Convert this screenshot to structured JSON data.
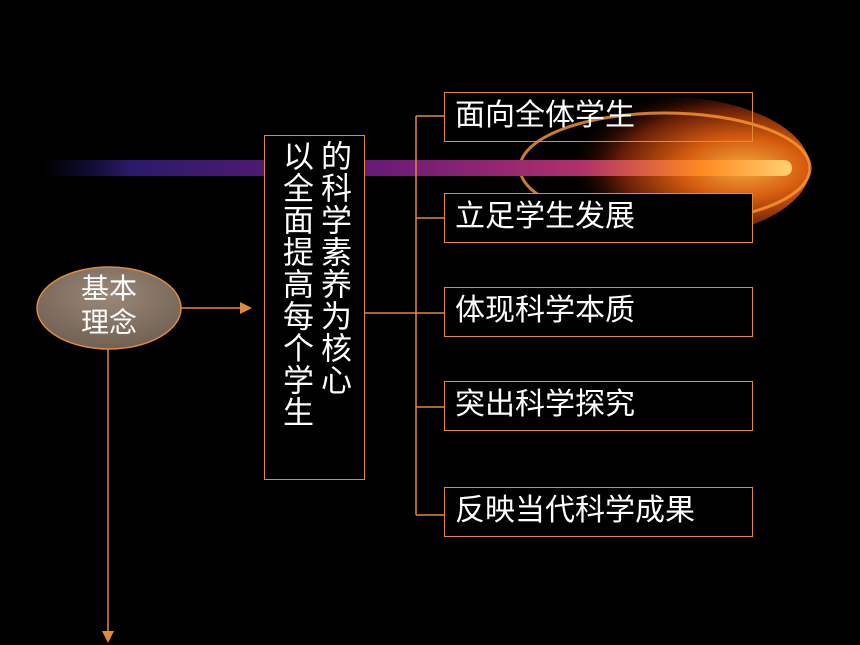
{
  "center_node": {
    "label_line1": "基本",
    "label_line2": "理念"
  },
  "core_box": {
    "col1": "以全面提高每个学生",
    "col2": "的科学素养为核心"
  },
  "items": [
    "面向全体学生",
    "立足学生发展",
    "体现科学本质",
    "突出科学探究",
    "反映当代科学成果"
  ],
  "colors": {
    "border": "#e08a3a",
    "text": "#ffffff",
    "background": "#000000"
  }
}
